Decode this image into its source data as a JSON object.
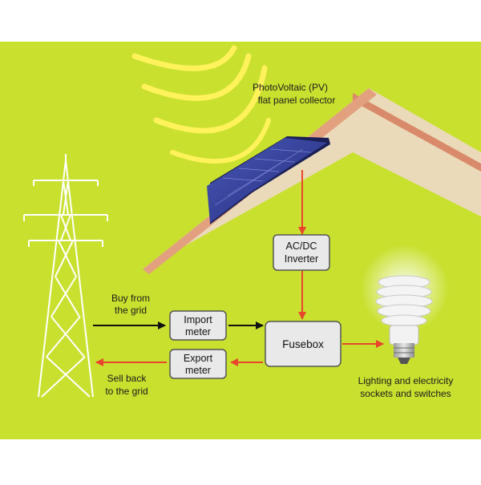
{
  "colors": {
    "background": "#c9e02f",
    "sun_rays": "#fff25a",
    "grid_arrow": "#111111",
    "feed_arrow": "#e8452c",
    "box_fill": "#e9e9e9",
    "box_stroke": "#555555"
  },
  "labels": {
    "pv_line1": "PhotoVoltaic (PV)",
    "pv_line2": "flat panel collector",
    "inverter_line1": "AC/DC",
    "inverter_line2": "Inverter",
    "import_line1": "Import",
    "import_line2": "meter",
    "export_line1": "Export",
    "export_line2": "meter",
    "fusebox": "Fusebox",
    "buy_line1": "Buy from",
    "buy_line2": "the grid",
    "sell_line1": "Sell back",
    "sell_line2": "to the grid",
    "lighting_line1": "Lighting and electricity",
    "lighting_line2": "sockets and switches"
  },
  "icons": [
    "sun-rays-icon",
    "solar-panel-icon",
    "pylon-icon",
    "light-bulb-icon"
  ]
}
